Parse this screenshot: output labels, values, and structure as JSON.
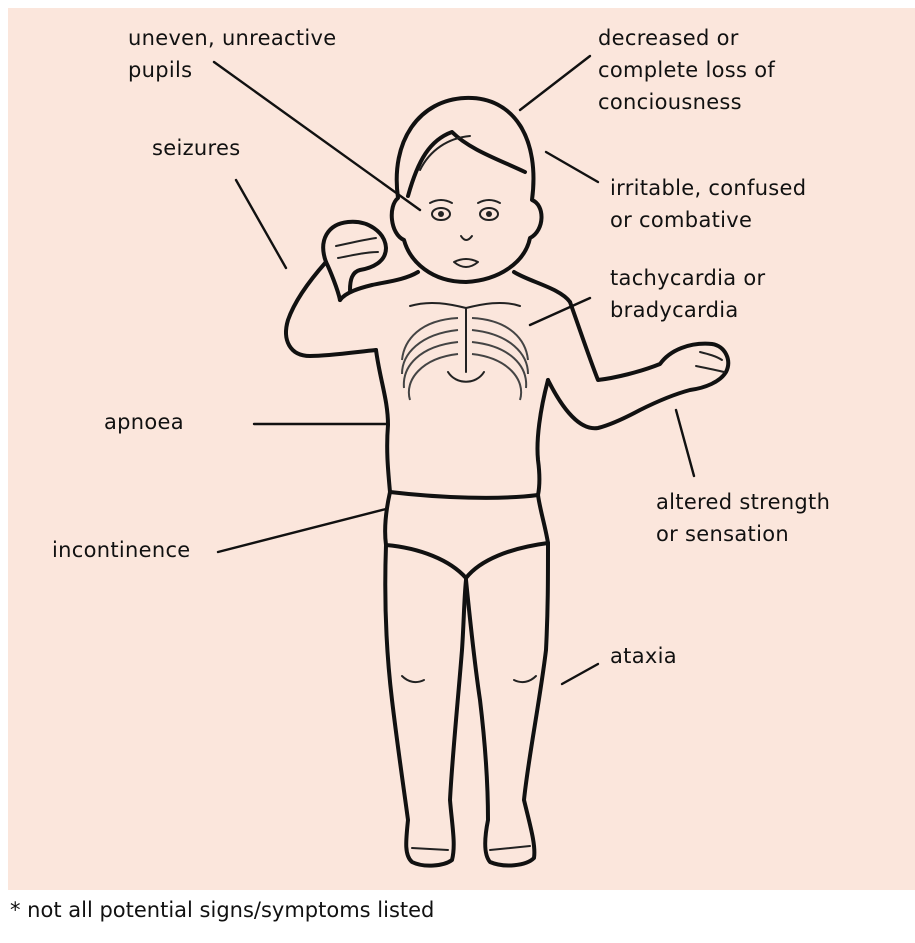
{
  "labels": {
    "pupils": [
      "uneven, unreactive",
      "pupils"
    ],
    "consciousness": [
      "decreased or",
      "complete loss of",
      "conciousness"
    ],
    "seizures": [
      "seizures"
    ],
    "irritable": [
      "irritable, confused",
      "or combative"
    ],
    "cardia": [
      "tachycardia or",
      "bradycardia"
    ],
    "apnoea": [
      "apnoea"
    ],
    "strength": [
      "altered strength",
      "or sensation"
    ],
    "incontinence": [
      "incontinence"
    ],
    "ataxia": [
      "ataxia"
    ]
  },
  "footnote": "* not all potential signs/symptoms listed",
  "colors": {
    "background": "#fbe6dc",
    "ink": "#111111"
  }
}
